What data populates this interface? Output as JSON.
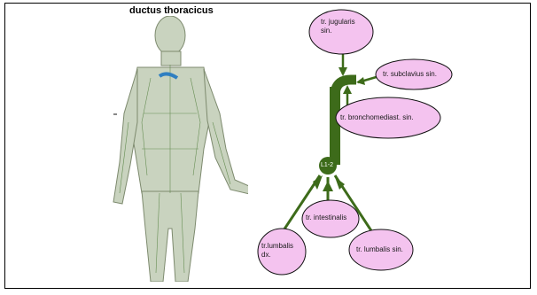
{
  "title": "ductus thoracicus",
  "colors": {
    "vessel": "#3d6b1a",
    "bubble_fill": "#f4c3ef",
    "bubble_stroke": "#111111",
    "background": "#ffffff"
  },
  "figure": {
    "icon": "human-lymphatic-anatomy-figure"
  },
  "diagram": {
    "junction_label": "L1-2",
    "nodes": {
      "jugularis": [
        "tr. jugularis",
        "sin."
      ],
      "subclavius": "tr. subclavius sin.",
      "bronchomediast": "tr. bronchomediast.  sin.",
      "intestinalis": "tr. intestinalis",
      "lumbalis_dx": [
        "tr.lumbalis",
        "dx."
      ],
      "lumbalis_sin": "tr. lumbalis  sin."
    }
  }
}
